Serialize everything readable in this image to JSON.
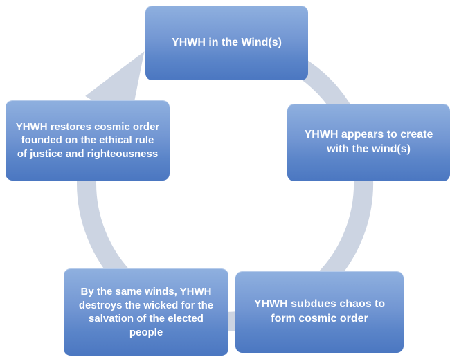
{
  "diagram": {
    "type": "cycle",
    "direction": "clockwise",
    "ring_color": "#ccd4e2",
    "node_gradient_top": "#8fb0df",
    "node_gradient_bottom": "#4b77c1",
    "node_text_color": "#ffffff",
    "nodes": [
      {
        "position": "top",
        "label": "YHWH in the Wind(s)"
      },
      {
        "position": "right",
        "label": "YHWH appears to create with the wind(s)"
      },
      {
        "position": "bottom-right",
        "label": "YHWH subdues chaos to form cosmic order"
      },
      {
        "position": "bottom-left",
        "label": "By the same winds, YHWH destroys the wicked for the salvation of the elected people"
      },
      {
        "position": "left",
        "label": "YHWH restores cosmic order founded on the ethical rule of justice and righteousness"
      }
    ]
  }
}
